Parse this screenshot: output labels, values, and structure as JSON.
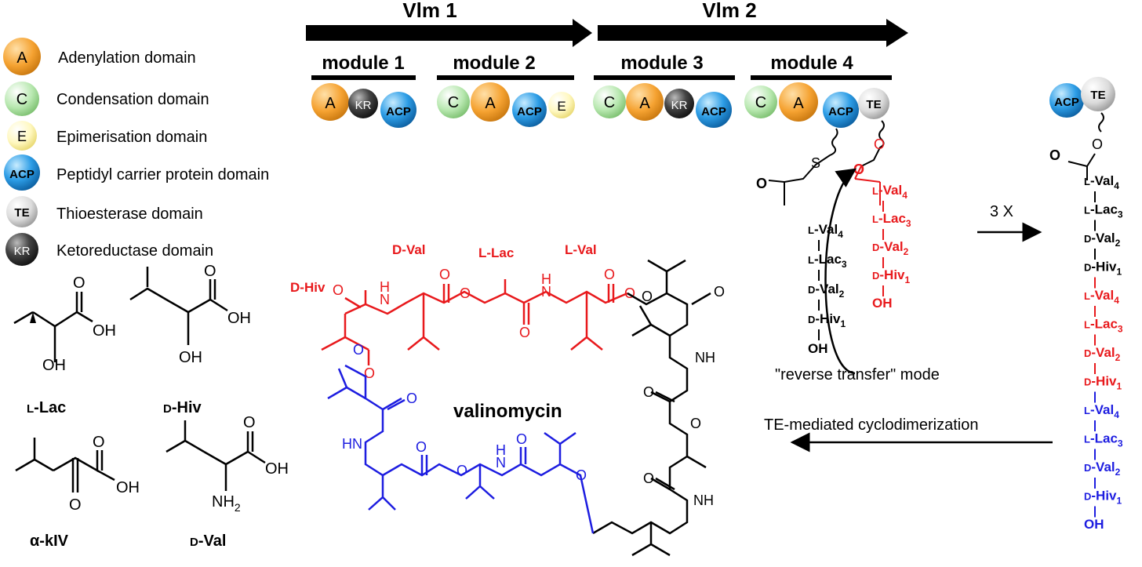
{
  "colors": {
    "black": "#000000",
    "red": "#e8191c",
    "blue": "#1d1de0",
    "A": "#f5a231",
    "C": "#a8e0a0",
    "E": "#fff7b0",
    "ACP": "#2d9de6",
    "TE": "#d9d9d9",
    "KR": "#333333"
  },
  "genes": [
    {
      "label": "Vlm 1"
    },
    {
      "label": "Vlm 2"
    }
  ],
  "modules": [
    {
      "label": "module 1"
    },
    {
      "label": "module 2"
    },
    {
      "label": "module 3"
    },
    {
      "label": "module 4"
    }
  ],
  "legend": [
    {
      "abbr": "A",
      "text": "Adenylation domain"
    },
    {
      "abbr": "C",
      "text": "Condensation  domain"
    },
    {
      "abbr": "E",
      "text": "Epimerisation domain"
    },
    {
      "abbr": "ACP",
      "text": "Peptidyl carrier protein domain"
    },
    {
      "abbr": "TE",
      "text": "Thioesterase domain"
    },
    {
      "abbr": "KR",
      "text": "Ketoreductase domain"
    }
  ],
  "domain_labels": {
    "A": "A",
    "C": "C",
    "E": "E",
    "ACP": "ACP",
    "TE": "TE",
    "KR": "KR"
  },
  "monomers": [
    {
      "name": "L-Lac",
      "prefix": "L",
      "rest": "-Lac"
    },
    {
      "name": "D-Hiv",
      "prefix": "D",
      "rest": "-Hiv"
    },
    {
      "name": "α-kIV",
      "prefix": "",
      "rest": "α-kIV"
    },
    {
      "name": "D-Val",
      "prefix": "D",
      "rest": "-Val"
    }
  ],
  "atoms": {
    "OH": "OH",
    "O": "O",
    "NH": "NH",
    "HN": "HN",
    "H": "H",
    "N": "N",
    "NH2": "NH",
    "sub2": "2",
    "S": "S"
  },
  "chain_left": [
    {
      "p": "L",
      "r": "-Val",
      "s": "4"
    },
    {
      "p": "L",
      "r": "-Lac",
      "s": "3"
    },
    {
      "p": "D",
      "r": "-Val",
      "s": "2"
    },
    {
      "p": "D",
      "r": "-Hiv",
      "s": "1"
    },
    {
      "p": "",
      "r": "OH",
      "s": ""
    }
  ],
  "chain_right": [
    {
      "p": "L",
      "r": "-Val",
      "s": "4",
      "c": "black"
    },
    {
      "p": "L",
      "r": "-Lac",
      "s": "3",
      "c": "black"
    },
    {
      "p": "D",
      "r": "-Val",
      "s": "2",
      "c": "black"
    },
    {
      "p": "D",
      "r": "-Hiv",
      "s": "1",
      "c": "black"
    },
    {
      "p": "L",
      "r": "-Val",
      "s": "4",
      "c": "red"
    },
    {
      "p": "L",
      "r": "-Lac",
      "s": "3",
      "c": "red"
    },
    {
      "p": "D",
      "r": "-Val",
      "s": "2",
      "c": "red"
    },
    {
      "p": "D",
      "r": "-Hiv",
      "s": "1",
      "c": "red"
    },
    {
      "p": "L",
      "r": "-Val",
      "s": "4",
      "c": "blue"
    },
    {
      "p": "L",
      "r": "-Lac",
      "s": "3",
      "c": "blue"
    },
    {
      "p": "D",
      "r": "-Val",
      "s": "2",
      "c": "blue"
    },
    {
      "p": "D",
      "r": "-Hiv",
      "s": "1",
      "c": "blue"
    },
    {
      "p": "",
      "r": "OH",
      "s": "",
      "c": "blue"
    }
  ],
  "residue_labels": [
    {
      "text": "D-Hiv"
    },
    {
      "text": "D-Val"
    },
    {
      "text": "L-Lac"
    },
    {
      "text": "L-Val"
    }
  ],
  "product_label": "valinomycin",
  "reverse_transfer": "\"reverse transfer\" mode",
  "repeat_label": "3 X",
  "cyclo_label": "TE-mediated cyclodimerization"
}
